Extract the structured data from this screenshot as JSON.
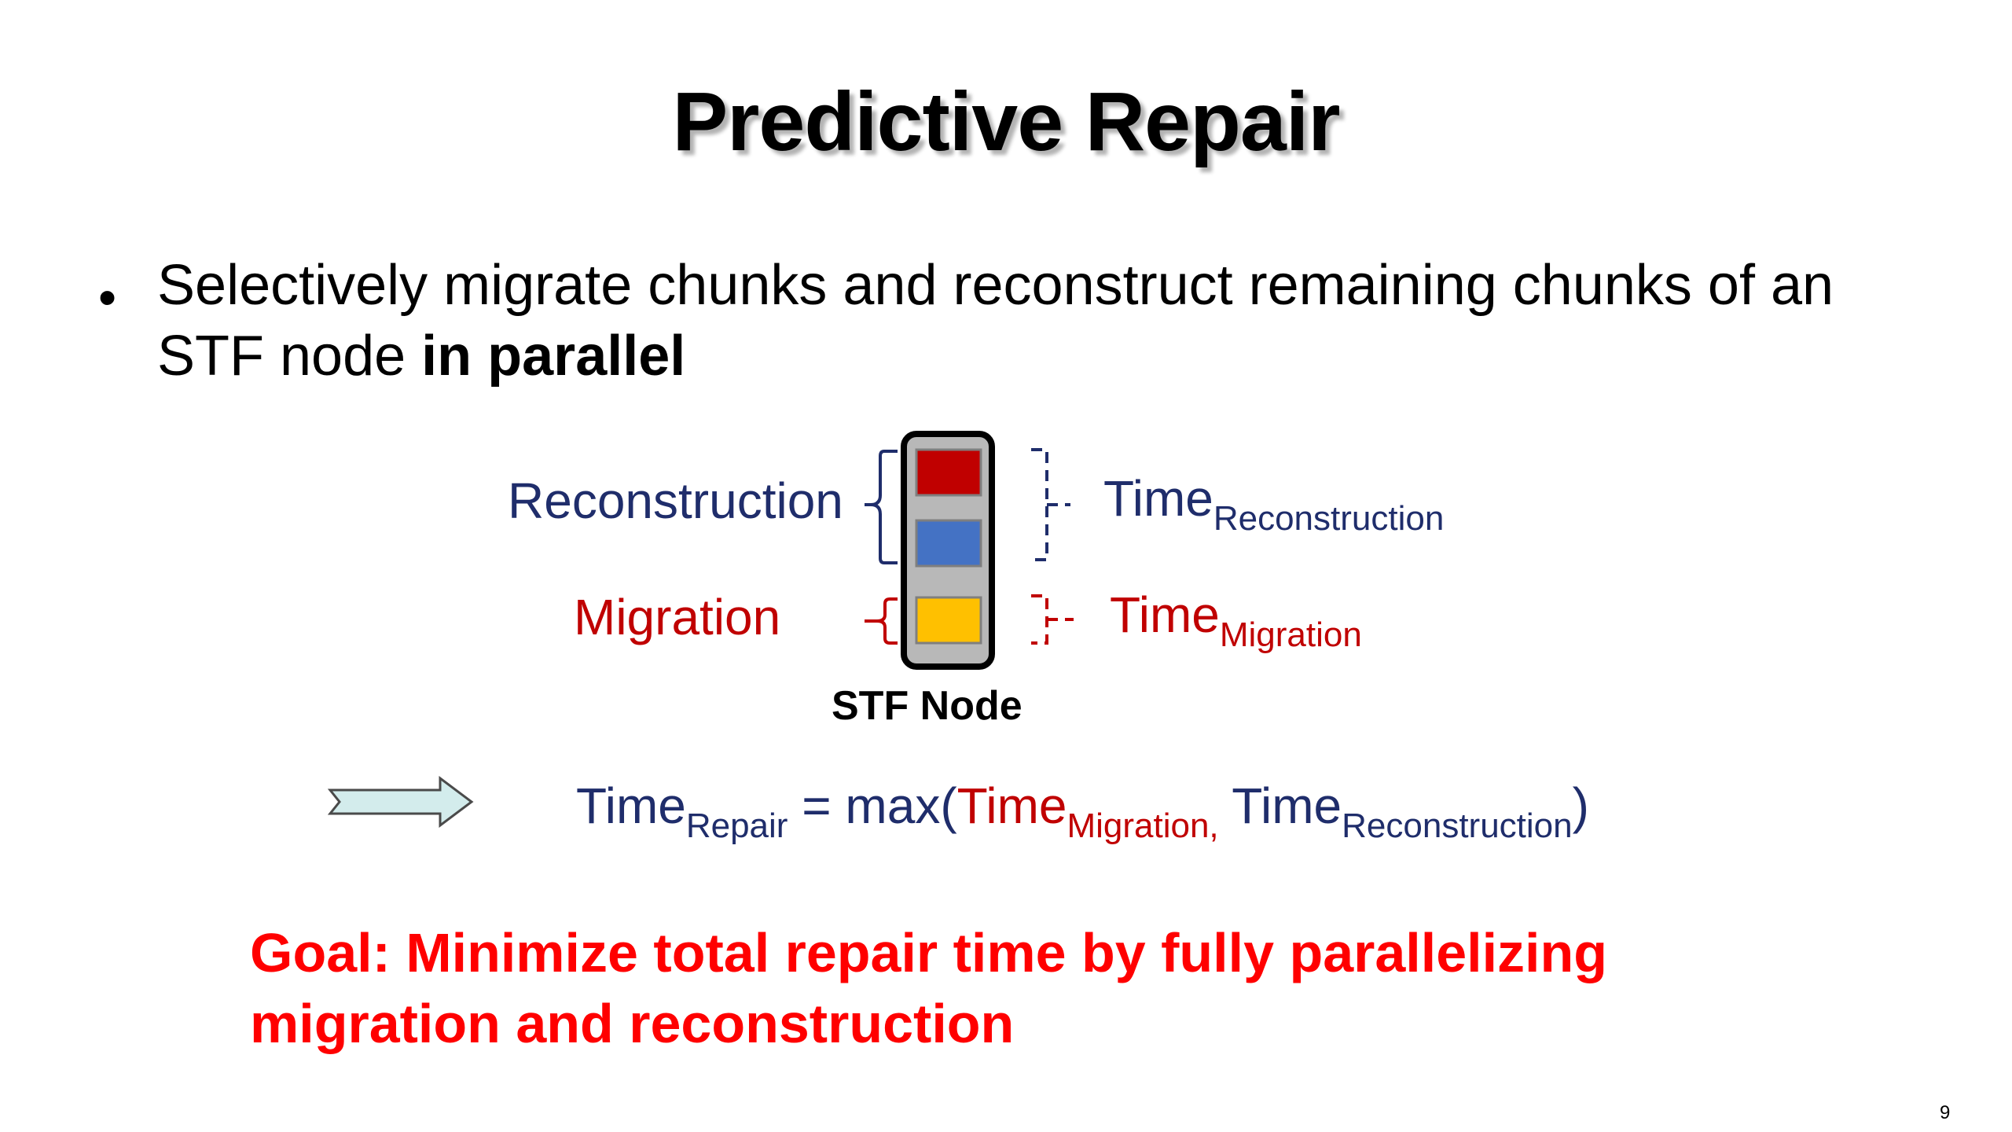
{
  "slide": {
    "title": "Predictive Repair",
    "bullet": {
      "line1": "Selectively migrate chunks and reconstruct remaining chunks of an",
      "line2_normal": "STF node ",
      "line2_bold": "in parallel"
    },
    "diagram": {
      "reconstruction_label": "Reconstruction",
      "migration_label": "Migration",
      "node_caption": "STF Node",
      "time_recon": {
        "base": "Time",
        "sub": "Reconstruction"
      },
      "time_migr": {
        "base": "Time",
        "sub": "Migration"
      },
      "chunks": [
        "red-chunk",
        "blue-chunk",
        "yellow-chunk"
      ]
    },
    "formula": {
      "lhs_base": "Time",
      "lhs_sub": "Repair",
      "eq": " = max(",
      "arg1_base": "Time",
      "arg1_sub": "Migration,",
      "space": " ",
      "arg2_base": "Time",
      "arg2_sub": "Reconstruction",
      "close": ")"
    },
    "goal": {
      "line1": "Goal: Minimize total repair time by fully parallelizing",
      "line2": "migration and reconstruction"
    },
    "page_number": "9"
  },
  "colors": {
    "navy": "#1f2d6b",
    "dark_red": "#c00000",
    "goal_red": "#ff0000",
    "chunk_red": "#c00000",
    "chunk_blue": "#4472c4",
    "chunk_yellow": "#ffc000",
    "node_fill": "#b8b8b8",
    "arrow_fill": "#d3ecec"
  },
  "icons": {
    "bullet": "bullet-dot",
    "arrow": "right-arrow-icon"
  }
}
